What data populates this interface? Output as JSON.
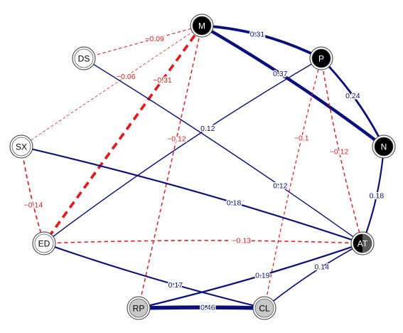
{
  "colors": {
    "positive": "#0a0f7d",
    "negative": "#e41a1c",
    "node_fill_light": "#ffffff",
    "node_fill_gray": "#c8c8c8",
    "node_fill_dark": "#000000"
  },
  "nodes": [
    {
      "id": "M",
      "label": "M",
      "fill": "dark"
    },
    {
      "id": "DS",
      "label": "DS",
      "fill": "light"
    },
    {
      "id": "P",
      "label": "P",
      "fill": "dark"
    },
    {
      "id": "N",
      "label": "N",
      "fill": "dark"
    },
    {
      "id": "SX",
      "label": "SX",
      "fill": "light"
    },
    {
      "id": "ED",
      "label": "ED",
      "fill": "light"
    },
    {
      "id": "AT",
      "label": "AT",
      "fill": "half"
    },
    {
      "id": "RP",
      "label": "RP",
      "fill": "gray"
    },
    {
      "id": "CL",
      "label": "CL",
      "fill": "gray"
    }
  ],
  "edges": [
    {
      "from": "M",
      "to": "P",
      "weight": 0.31,
      "label": "0.31"
    },
    {
      "from": "M",
      "to": "N",
      "weight": 0.37,
      "label": "0.37"
    },
    {
      "from": "P",
      "to": "N",
      "weight": 0.24,
      "label": "0.24"
    },
    {
      "from": "M",
      "to": "DS",
      "weight": -0.09,
      "label": "−0.09"
    },
    {
      "from": "M",
      "to": "SX",
      "weight": -0.06,
      "label": "−0.06"
    },
    {
      "from": "M",
      "to": "ED",
      "weight": -0.31,
      "label": "−0.31"
    },
    {
      "from": "M",
      "to": "RP",
      "weight": -0.12,
      "label": "−0.12"
    },
    {
      "from": "P",
      "to": "AT",
      "weight": -0.12,
      "label": "−0.12"
    },
    {
      "from": "P",
      "to": "CL",
      "weight": -0.1,
      "label": "−0.1"
    },
    {
      "from": "P",
      "to": "ED",
      "weight": 0.12,
      "label": "0.12"
    },
    {
      "from": "DS",
      "to": "AT",
      "weight": 0.12,
      "label": "0.12"
    },
    {
      "from": "N",
      "to": "AT",
      "weight": 0.18,
      "label": "0.18"
    },
    {
      "from": "SX",
      "to": "AT",
      "weight": 0.18,
      "label": "0.18"
    },
    {
      "from": "SX",
      "to": "ED",
      "weight": -0.14,
      "label": "−0.14"
    },
    {
      "from": "ED",
      "to": "AT",
      "weight": -0.13,
      "label": "−0.13"
    },
    {
      "from": "ED",
      "to": "CL",
      "weight": 0.17,
      "label": "0.17"
    },
    {
      "from": "RP",
      "to": "AT",
      "weight": 0.19,
      "label": "0.19"
    },
    {
      "from": "CL",
      "to": "AT",
      "weight": 0.14,
      "label": "0.14"
    },
    {
      "from": "RP",
      "to": "CL",
      "weight": 0.46,
      "label": "0.46"
    }
  ]
}
